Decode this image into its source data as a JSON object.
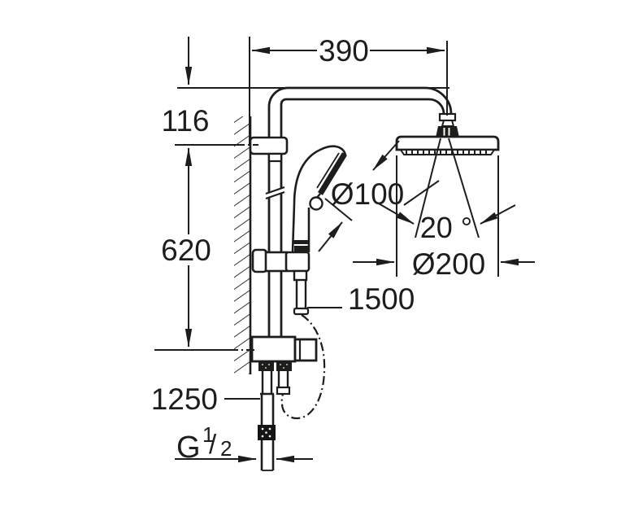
{
  "drawing": {
    "kind": "technical dimension diagram",
    "subject": "shower system side elevation with head shower, hand shower, diverter valve and supply pipe",
    "background_color": "#ffffff",
    "line_color": "#1d1d1b"
  },
  "labels": {
    "arm_projection": "390",
    "arm_to_bracket": "116",
    "rail_length": "620",
    "hand_shower_diameter": "Ø100",
    "spray_angle": "20 °",
    "head_shower_diameter": "Ø200",
    "hose_length": "1500",
    "supply_height": "1250",
    "thread_letter": "G",
    "thread_numerator": "1",
    "thread_slash": "/",
    "thread_denominator": "2"
  }
}
